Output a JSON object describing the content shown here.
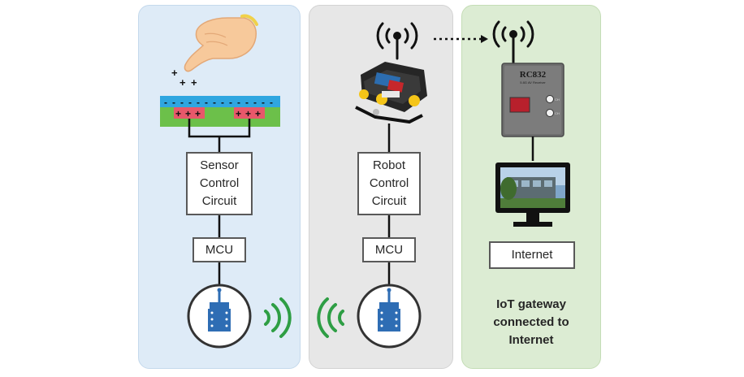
{
  "sensor_panel": {
    "control_box_lines": [
      "Sensor",
      "Control",
      "Circuit"
    ],
    "mcu_label": "MCU"
  },
  "robot_panel": {
    "control_box_lines": [
      "Robot",
      "Control",
      "Circuit"
    ],
    "mcu_label": "MCU"
  },
  "gateway_panel": {
    "receiver_brand": "RC832",
    "receiver_subtitle": "5.8G AV Receiver",
    "internet_label": "Internet",
    "caption_lines": [
      "IoT gateway",
      "connected to",
      "Internet"
    ]
  },
  "colors": {
    "sensor_bg": "#deebf7",
    "robot_bg": "#e7e7e7",
    "gateway_bg": "#dcecd3",
    "wireless_green": "#2e9e44",
    "module_blue": "#2e6db4",
    "sensor_top_layer": "#2fa6e0",
    "sensor_electrode": "#e8586a",
    "sensor_substrate": "#6cc04a"
  },
  "icons": [
    "finger-icon",
    "antenna-wave-icon",
    "robot-car-icon",
    "receiver-device-icon",
    "monitor-icon",
    "wireless-module-icon",
    "signal-wave-icon"
  ]
}
